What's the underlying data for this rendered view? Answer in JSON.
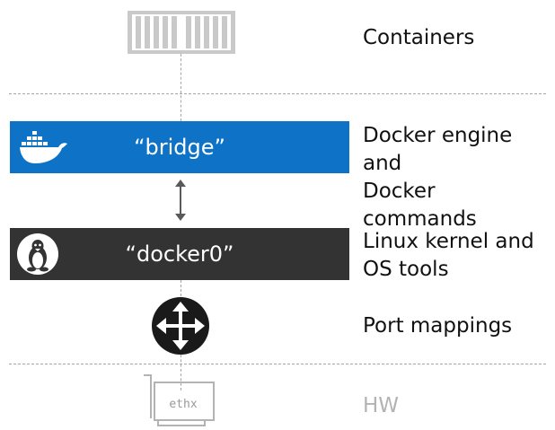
{
  "layers": {
    "containers": "Containers",
    "engine": "Docker engine and\nDocker commands",
    "kernel": "Linux kernel and\nOS tools",
    "ports": "Port mappings",
    "hw": "HW"
  },
  "bridge": {
    "label": "“bridge”"
  },
  "docker0": {
    "label": "“docker0”"
  },
  "nic": {
    "label": "ethx"
  },
  "icons": {
    "container": "shipping-container-icon",
    "docker": "docker-whale-icon",
    "linux": "linux-tux-icon",
    "router": "router-arrows-icon",
    "nic": "network-card-icon",
    "link": "bidirectional-arrow-icon"
  },
  "colors": {
    "bridge": "#0e72c6",
    "docker0": "#333333",
    "container": "#c9c9c9",
    "hw": "#b3b3b3"
  }
}
